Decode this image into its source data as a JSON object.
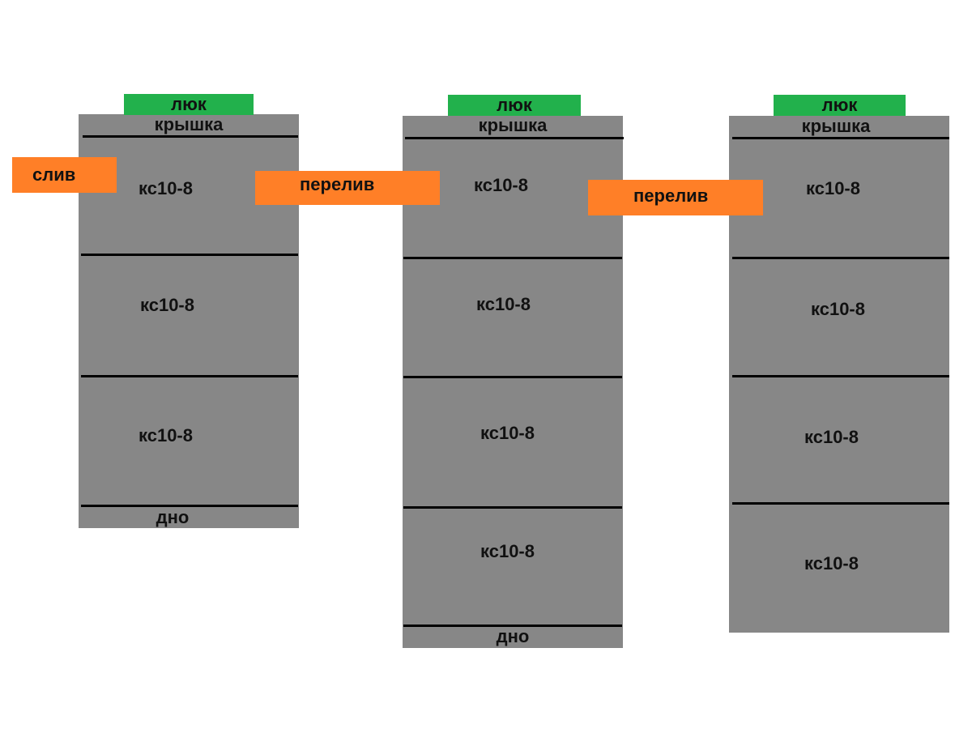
{
  "wells": [
    {
      "hatch": "люк",
      "lid": "крышка",
      "rings": [
        "кс10-8",
        "кс10-8",
        "кс10-8"
      ],
      "bottom": "дно"
    },
    {
      "hatch": "люк",
      "lid": "крышка",
      "rings": [
        "кс10-8",
        "кс10-8",
        "кс10-8",
        "кс10-8"
      ],
      "bottom": "дно"
    },
    {
      "hatch": "люк",
      "lid": "крышка",
      "rings": [
        "кс10-8",
        "кс10-8",
        "кс10-8",
        "кс10-8"
      ]
    }
  ],
  "pipes": {
    "drain": "слив",
    "overflow_1": "перелив",
    "overflow_2": "перелив"
  },
  "colors": {
    "well": "#878787",
    "hatch": "#22b14c",
    "pipe": "#ff7f27",
    "divider": "#000000"
  }
}
